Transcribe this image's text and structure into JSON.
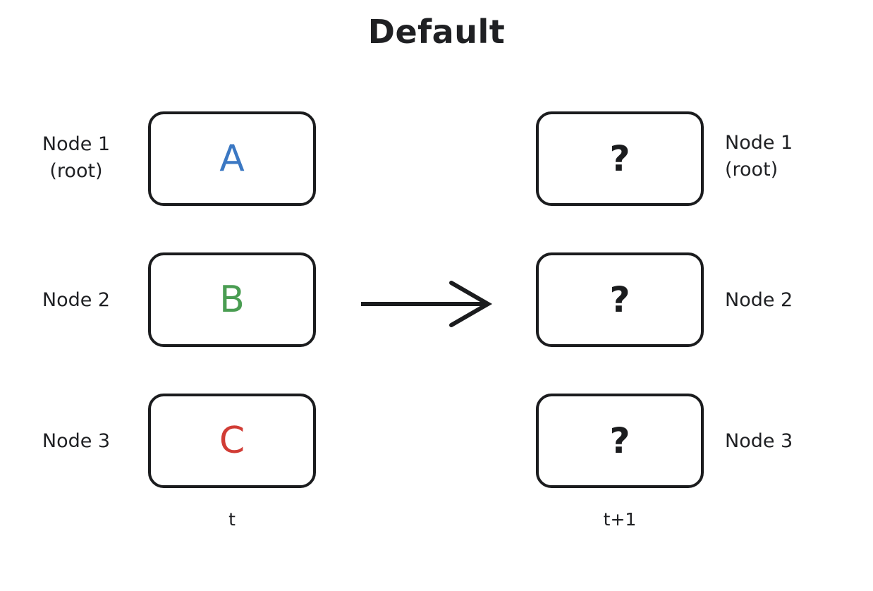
{
  "title": "Default",
  "colors": {
    "stroke": "#1b1c1e",
    "text": "#1f2023",
    "letter_a": "#3b78c3",
    "letter_b": "#4a9d52",
    "letter_c": "#d13c35",
    "background": "#ffffff"
  },
  "columns": {
    "left": {
      "caption": "t",
      "nodes": [
        {
          "label": "Node 1\n(root)",
          "value": "A",
          "color": "#3b78c3"
        },
        {
          "label": "Node 2",
          "value": "B",
          "color": "#4a9d52"
        },
        {
          "label": "Node 3",
          "value": "C",
          "color": "#d13c35"
        }
      ]
    },
    "right": {
      "caption": "t+1",
      "nodes": [
        {
          "label": "Node 1\n(root)",
          "value": "?",
          "color": "#1b1c1e"
        },
        {
          "label": "Node 2",
          "value": "?",
          "color": "#1b1c1e"
        },
        {
          "label": "Node 3",
          "value": "?",
          "color": "#1b1c1e"
        }
      ]
    }
  },
  "arrow": {
    "name": "transition-arrow",
    "direction": "right"
  }
}
